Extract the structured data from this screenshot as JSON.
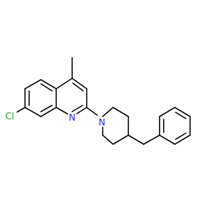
{
  "molecule": {
    "atoms": {
      "chlorine": "Cl",
      "quinoline_nitrogen": "N",
      "piperidine_nitrogen": "N"
    },
    "colors": {
      "bond": "#000000",
      "chlorine": "#22aa22",
      "nitrogen": "#2222ff",
      "background": "#ffffff"
    }
  }
}
